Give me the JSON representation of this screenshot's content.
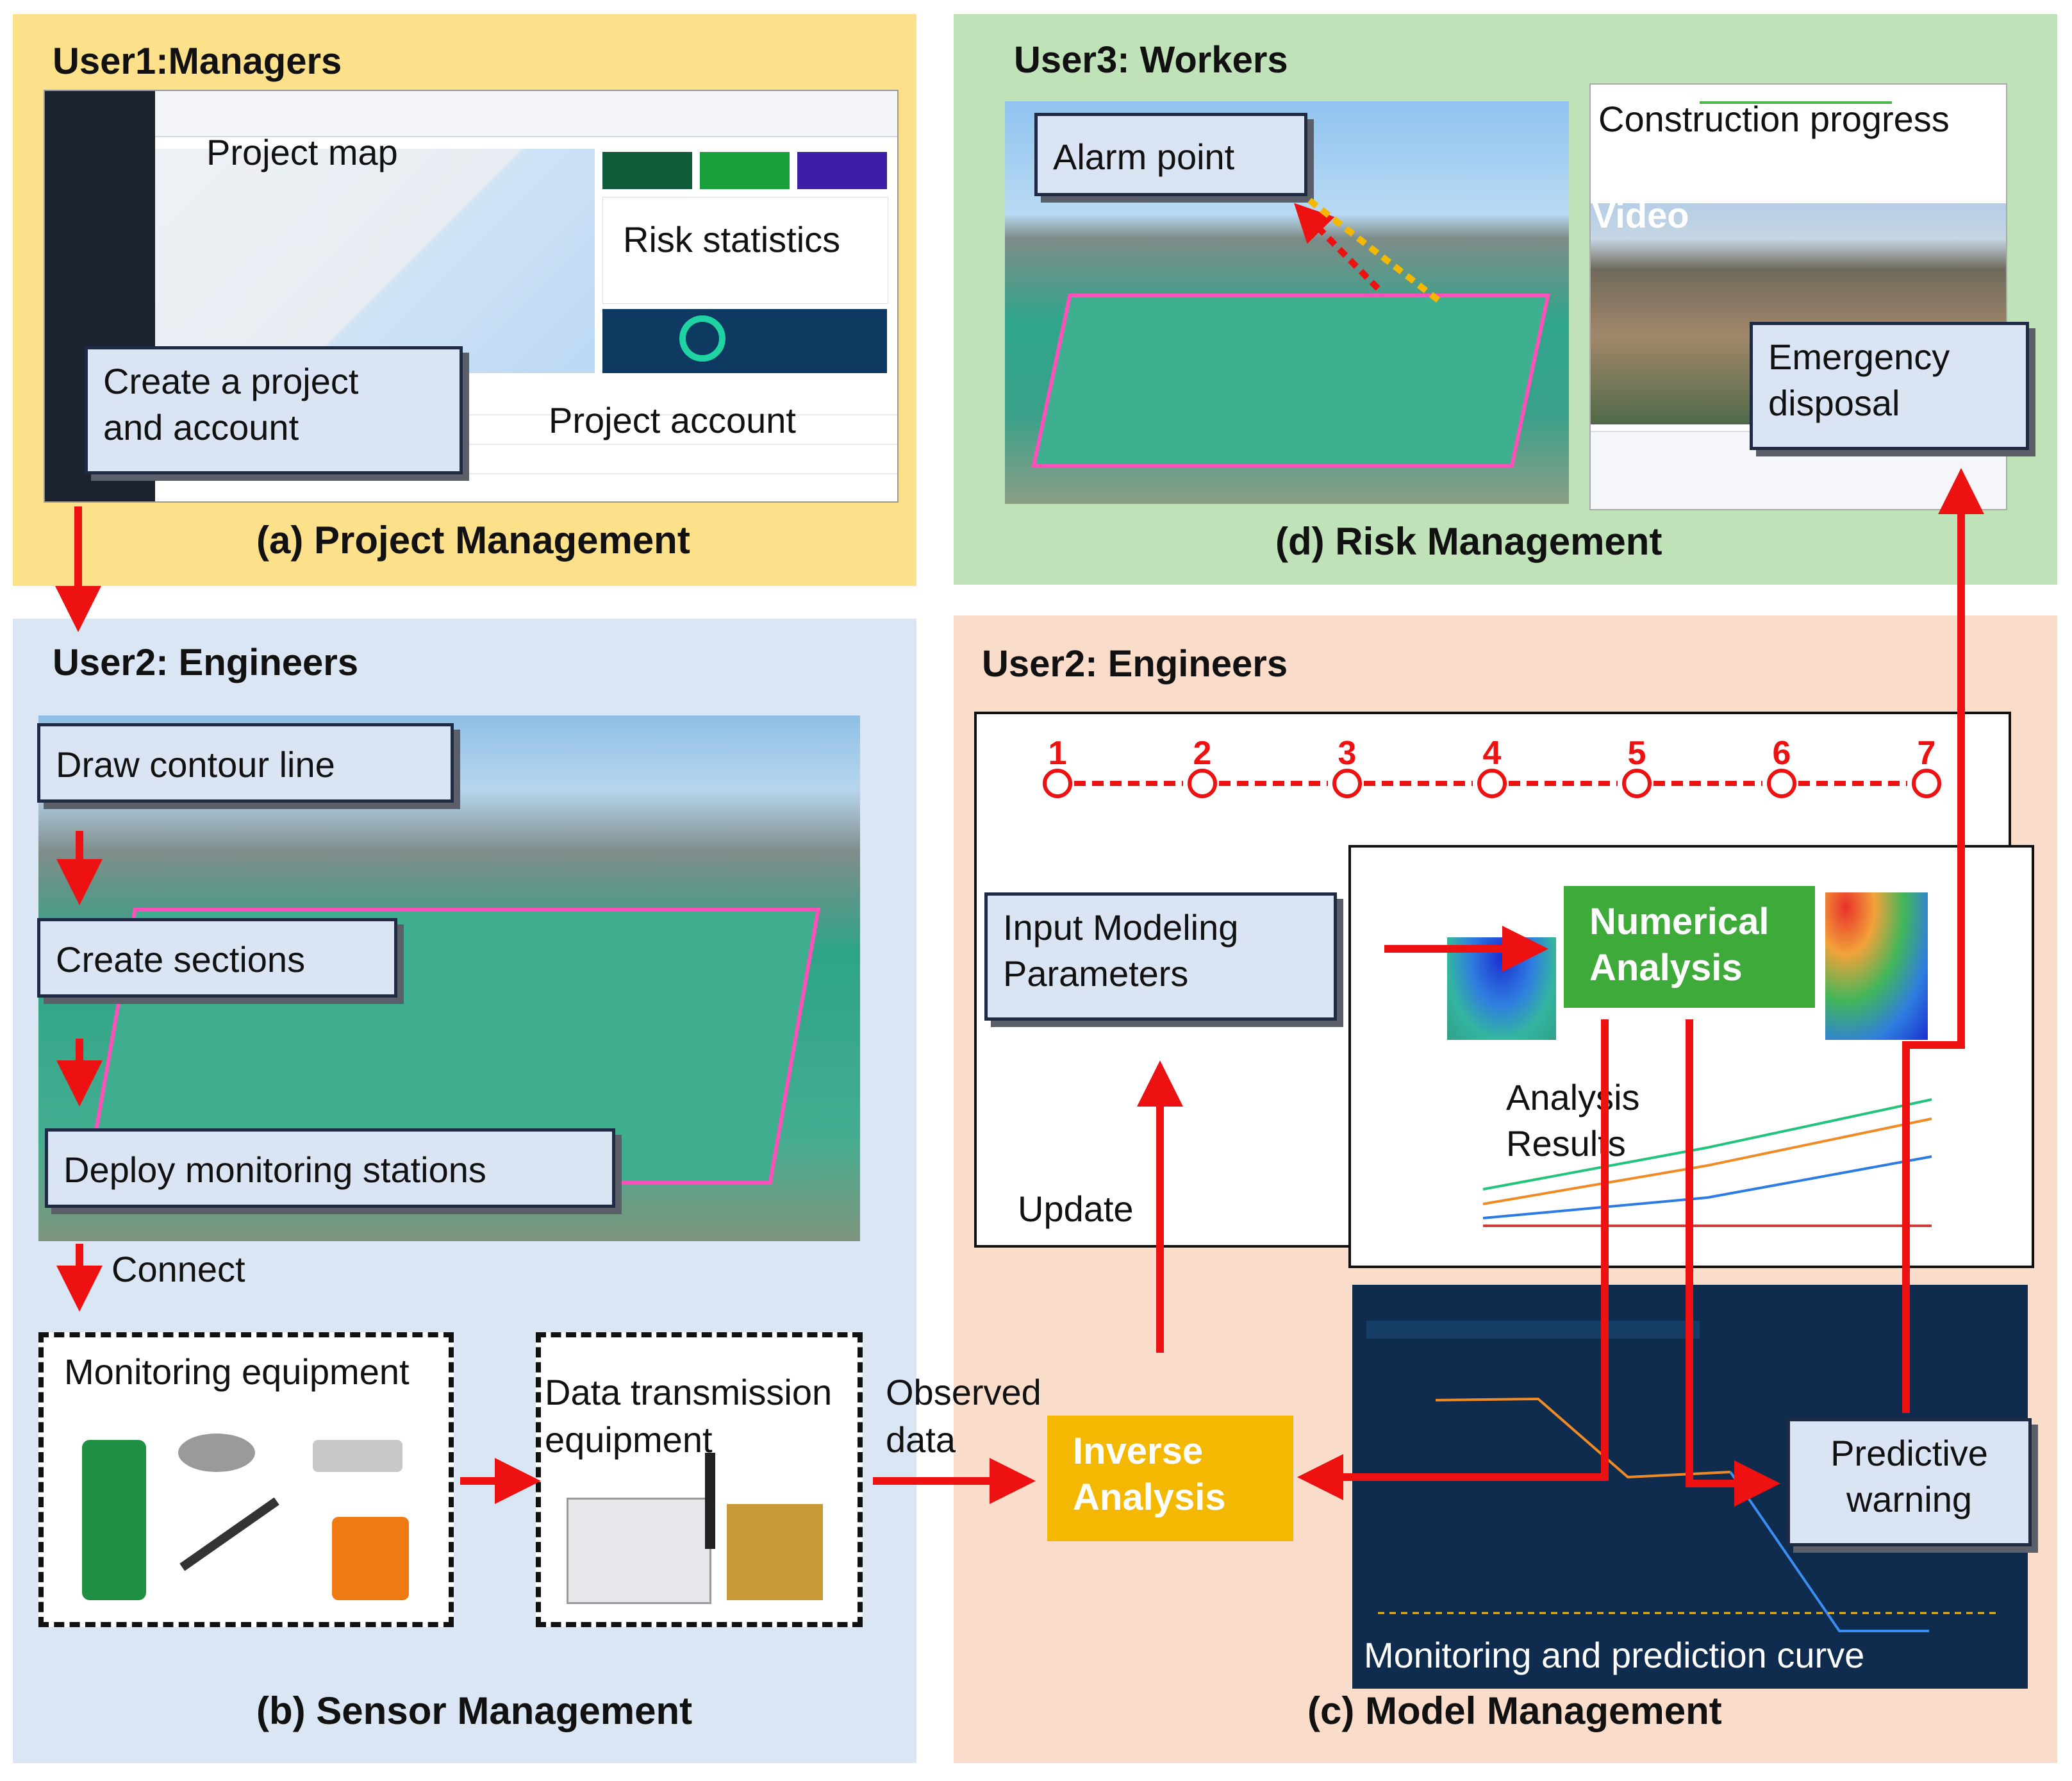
{
  "panels": {
    "a": {
      "user": "User1:Managers",
      "caption": "(a) Project Management",
      "labels": {
        "map": "Project map",
        "risk": "Risk statistics",
        "account": "Project account"
      },
      "box": [
        "Create a project",
        "and account"
      ]
    },
    "b": {
      "user": "User2: Engineers",
      "caption": "(b) Sensor Management",
      "boxes": {
        "contour": "Draw contour line",
        "sections": "Create sections",
        "deploy": "Deploy monitoring stations"
      },
      "connect": "Connect",
      "monitoring": "Monitoring equipment",
      "transmission": [
        "Data transmission",
        "equipment"
      ],
      "observed": [
        "Observed",
        "data"
      ]
    },
    "c": {
      "user": "User2: Engineers",
      "caption": "(c) Model Management",
      "input_box": [
        "Input Modeling",
        "Parameters"
      ],
      "numerical": [
        "Numerical",
        "Analysis"
      ],
      "analysis_results": [
        "Analysis",
        "Results"
      ],
      "update": "Update",
      "inverse": [
        "Inverse",
        "Analysis"
      ],
      "predictive": [
        "Predictive",
        "warning"
      ],
      "curve_label": "Monitoring and prediction curve",
      "steps": [
        "1",
        "2",
        "3",
        "4",
        "5",
        "6",
        "7"
      ]
    },
    "d": {
      "user": "User3: Workers",
      "caption": "(d) Risk Management",
      "alarm": "Alarm point",
      "progress": "Construction progress",
      "video": "Video",
      "emergency": [
        "Emergency",
        "disposal"
      ]
    }
  },
  "colors": {
    "panel_a": "#fde08a",
    "panel_b": "#dbe6f4",
    "panel_c": "#fadccb",
    "panel_d": "#bfe2b8",
    "box_fill": "#dbe4f3",
    "arrow": "#ee1111",
    "numerical": "#3daa3a",
    "inverse": "#f5b800"
  }
}
